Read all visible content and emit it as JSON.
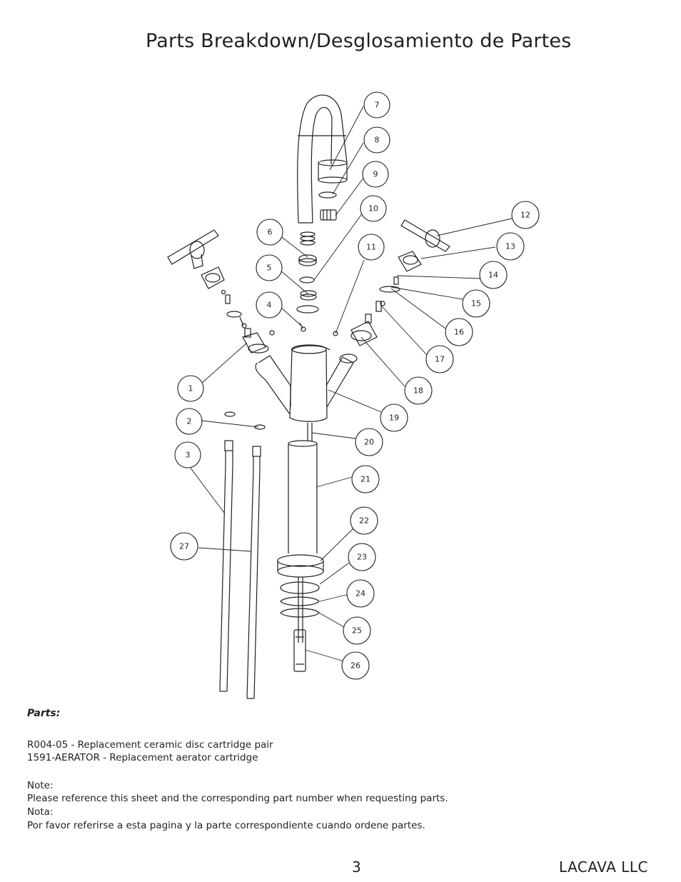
{
  "page": {
    "title": "Parts Breakdown/Desglosamiento de Partes",
    "page_number": "3",
    "company": "LACAVA LLC"
  },
  "diagram": {
    "callouts": [
      "1",
      "2",
      "3",
      "4",
      "5",
      "6",
      "7",
      "8",
      "9",
      "10",
      "11",
      "12",
      "13",
      "14",
      "15",
      "16",
      "17",
      "18",
      "19",
      "20",
      "21",
      "22",
      "23",
      "24",
      "25",
      "26",
      "27"
    ]
  },
  "parts": {
    "heading": "Parts:",
    "items": [
      "R004-05 - Replacement ceramic disc cartridge pair",
      "1591-AERATOR - Replacement aerator cartridge"
    ]
  },
  "notes": {
    "note_label": "Note:",
    "note_text": "Please reference this sheet and the corresponding part number when requesting parts.",
    "nota_label": "Nota:",
    "nota_text": "Por favor referirse a esta pagina y la parte correspondiente cuando ordene partes."
  }
}
